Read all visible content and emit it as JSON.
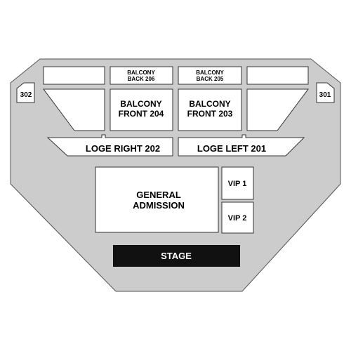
{
  "venue": {
    "sections": {
      "section_302": "302",
      "section_301": "301",
      "balcony_back_206": [
        "BALCONY",
        "BACK 206"
      ],
      "balcony_back_205": [
        "BALCONY",
        "BACK 205"
      ],
      "balcony_front_204": [
        "BALCONY",
        "FRONT 204"
      ],
      "balcony_front_203": [
        "BALCONY",
        "FRONT 203"
      ],
      "loge_right_202": "LOGE RIGHT 202",
      "loge_left_201": "LOGE LEFT 201",
      "general_admission": [
        "GENERAL",
        "ADMISSION"
      ],
      "vip_1": "VIP 1",
      "vip_2": "VIP 2"
    },
    "stage": "STAGE"
  },
  "colors": {
    "floor": "#cccccc",
    "section_fill": "#ffffff",
    "stage_fill": "#111111",
    "stage_text": "#ffffff"
  }
}
